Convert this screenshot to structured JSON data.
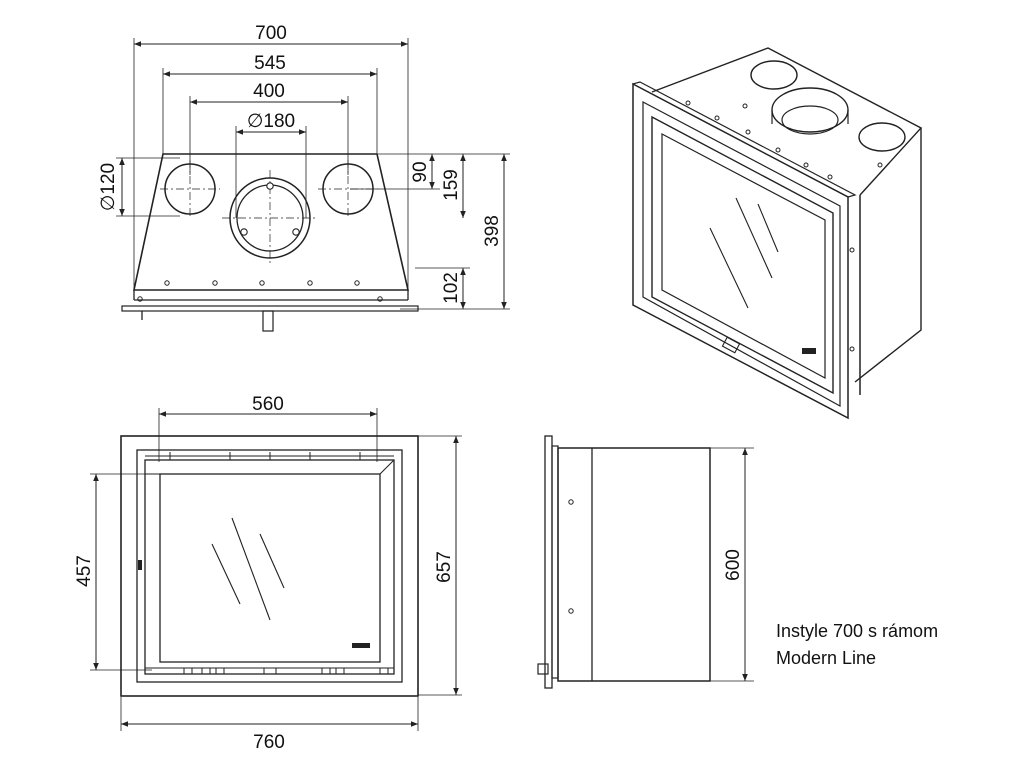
{
  "caption": {
    "line1": "Instyle 700 s rámom",
    "line2": "Modern Line"
  },
  "top_view": {
    "width_overall": "700",
    "width_545": "545",
    "width_400": "400",
    "flue_diameter": "∅180",
    "side_duct_diameter": "∅120",
    "dim_90": "90",
    "dim_159": "159",
    "depth_398": "398",
    "dim_102": "102"
  },
  "front_view": {
    "opening_width": "560",
    "opening_height": "457",
    "frame_height": "657",
    "frame_width": "760"
  },
  "side_view": {
    "height_600": "600"
  }
}
